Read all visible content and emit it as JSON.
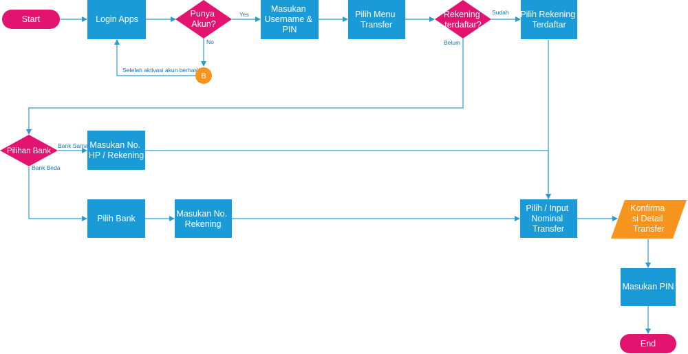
{
  "colors": {
    "process": "#1a9bd7",
    "decision": "#e2146f",
    "terminal": "#e2146f",
    "io": "#f7941d",
    "connector": "#f7941d",
    "line": "#2a9ad3",
    "label": "#1b6fa8"
  },
  "nodes": {
    "start": "Start",
    "login_apps": "Login Apps",
    "punya_akun": [
      "Punya",
      "Akun?"
    ],
    "masukan_username": [
      "Masukan",
      "Username &",
      "PIN"
    ],
    "pilih_menu_transfer": [
      "Pilih Menu",
      "Transfer"
    ],
    "rekening_terdaftar_q": [
      "Rekening",
      "terdaftar?"
    ],
    "pilih_rekening_terdaftar": [
      "Pilih Rekening",
      "Terdaftar"
    ],
    "connector_b": "B",
    "pilihan_bank": "Pilihan Bank",
    "masukan_no_hp": [
      "Masukan No.",
      "HP / Rekening"
    ],
    "pilih_bank": "Pilih Bank",
    "masukan_no_rekening": [
      "Masukan No.",
      "Rekening"
    ],
    "pilih_input_nominal": [
      "Pilih / Input",
      "Nominal",
      "Transfer"
    ],
    "konfirmasi_detail": [
      "Konfirma",
      "si Detail",
      "Transfer"
    ],
    "masukan_pin": "Masukan PIN",
    "end": "End"
  },
  "edge_labels": {
    "yes": "Yes",
    "no": "No",
    "sudah": "Sudah",
    "belum": "Belum",
    "aktivasi": "Setelah aktivasi akun berhasil",
    "bank_sama": "Bank Sama",
    "bank_beda": "Bank Beda"
  }
}
